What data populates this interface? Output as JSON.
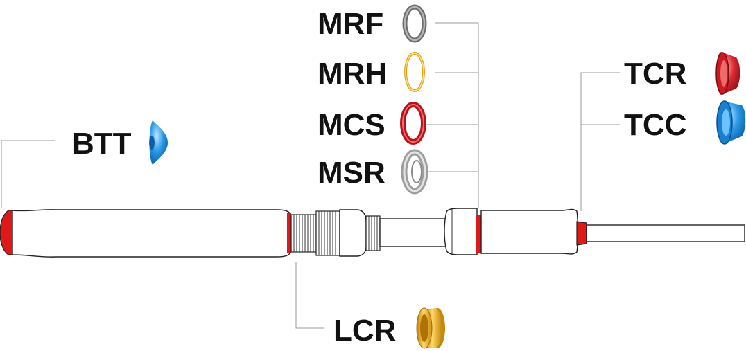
{
  "parts": [
    {
      "key": "mrf",
      "code": "MRF",
      "color": "#8c8c8c",
      "kind": "ring"
    },
    {
      "key": "mrh",
      "code": "MRH",
      "color": "#f0b93a",
      "kind": "ring"
    },
    {
      "key": "mcs",
      "code": "MCS",
      "color": "#d8222a",
      "kind": "ring"
    },
    {
      "key": "msr",
      "code": "MSR",
      "color": "#c4c4c4",
      "kind": "ring"
    },
    {
      "key": "tcr",
      "code": "TCR",
      "color": "#d8222a",
      "kind": "cone"
    },
    {
      "key": "tcc",
      "code": "TCC",
      "color": "#1e8fdc",
      "kind": "cone"
    },
    {
      "key": "btt",
      "code": "BTT",
      "color": "#1e8fdc",
      "kind": "cap"
    },
    {
      "key": "lcr",
      "code": "LCR",
      "color": "#e8a71a",
      "kind": "ring"
    }
  ],
  "rod": {
    "accent_color": "#e01818",
    "line_color": "#222222"
  }
}
